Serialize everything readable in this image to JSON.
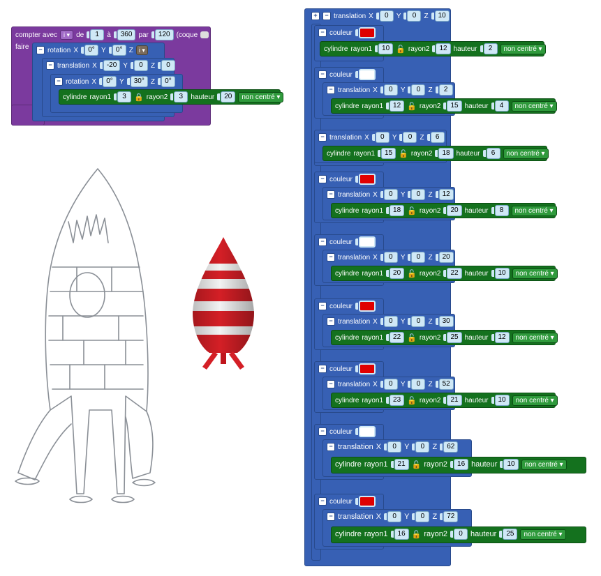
{
  "loop": {
    "label_count": "compter avec",
    "var": "i",
    "label_from": "de",
    "from": "1",
    "label_to": "à",
    "to": "360",
    "label_by": "par",
    "by": "120",
    "label_hull": "(coque",
    "label_hull_end": ")",
    "label_do": "faire",
    "rotation1": {
      "label": "rotation",
      "x": "0°",
      "y": "0°",
      "z_var": "i"
    },
    "translation1": {
      "label": "translation",
      "x": "-20",
      "y": "0",
      "z": "0"
    },
    "rotation2": {
      "label": "rotation",
      "x": "0°",
      "y": "30°",
      "z": "0°"
    },
    "cylinder": {
      "label": "cylindre",
      "r1_label": "rayon1",
      "r1": "3",
      "r2_label": "rayon2",
      "r2": "3",
      "h_label": "hauteur",
      "h": "20",
      "center": "non centré"
    }
  },
  "right": {
    "top_translation": {
      "label": "translation",
      "x": "0",
      "y": "0",
      "z": "10"
    },
    "groups": [
      {
        "color_label": "couleur",
        "color": "#e00000",
        "translation": null,
        "cyl": {
          "r1": "10",
          "r2": "12",
          "h": "2",
          "center": "non centré"
        }
      },
      {
        "color_label": "couleur",
        "color": "#ffffff",
        "translation": {
          "x": "0",
          "y": "0",
          "z": "2"
        },
        "cyl": {
          "r1": "12",
          "r2": "15",
          "h": "4",
          "center": "non centré"
        }
      },
      {
        "color_label": null,
        "color": null,
        "translation": {
          "x": "0",
          "y": "0",
          "z": "6"
        },
        "cyl": {
          "r1": "15",
          "r2": "18",
          "h": "6",
          "center": "non centré"
        }
      },
      {
        "color_label": "couleur",
        "color": "#e00000",
        "translation": {
          "x": "0",
          "y": "0",
          "z": "12"
        },
        "cyl": {
          "r1": "18",
          "r2": "20",
          "h": "8",
          "center": "non centré"
        }
      },
      {
        "color_label": "couleur",
        "color": "#ffffff",
        "translation": {
          "x": "0",
          "y": "0",
          "z": "20"
        },
        "cyl": {
          "r1": "20",
          "r2": "22",
          "h": "10",
          "center": "non centré"
        }
      },
      {
        "color_label": "couleur",
        "color": "#e00000",
        "translation": {
          "x": "0",
          "y": "0",
          "z": "30"
        },
        "cyl": {
          "r1": "22",
          "r2": "25",
          "h": "12",
          "center": "non centré"
        }
      },
      {
        "color_label": "couleur",
        "color": "#e00000",
        "translation": {
          "x": "0",
          "y": "0",
          "z": "52"
        },
        "cyl": {
          "r1": "23",
          "r2": "21",
          "h": "10",
          "center": "non centré"
        }
      },
      {
        "color_label": "couleur",
        "color": "#ffffff",
        "translation": {
          "x": "0",
          "y": "0",
          "z": "62"
        },
        "cyl": {
          "r1": "21",
          "r2": "16",
          "h": "10",
          "center": "non centré"
        }
      },
      {
        "color_label": "couleur",
        "color": "#e00000",
        "translation": {
          "x": "0",
          "y": "0",
          "z": "72"
        },
        "cyl": {
          "r1": "16",
          "r2": "0",
          "h": "25",
          "center": "non centré"
        }
      }
    ],
    "labels": {
      "translation": "translation",
      "cylinder": "cylindre",
      "r1": "rayon1",
      "r2": "rayon2",
      "h": "hauteur",
      "x": "X",
      "y": "Y",
      "z": "Z"
    }
  },
  "icons": {
    "lock": "lock-icon",
    "minus": "minus-icon",
    "plus": "plus-icon"
  }
}
